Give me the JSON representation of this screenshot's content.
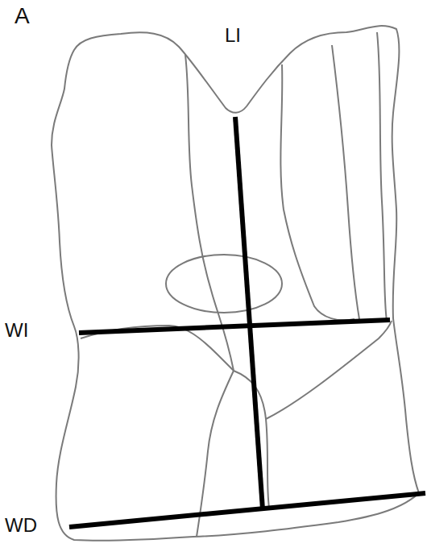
{
  "diagram": {
    "labels": [
      "A",
      "LI",
      "WI",
      "WD"
    ]
  }
}
